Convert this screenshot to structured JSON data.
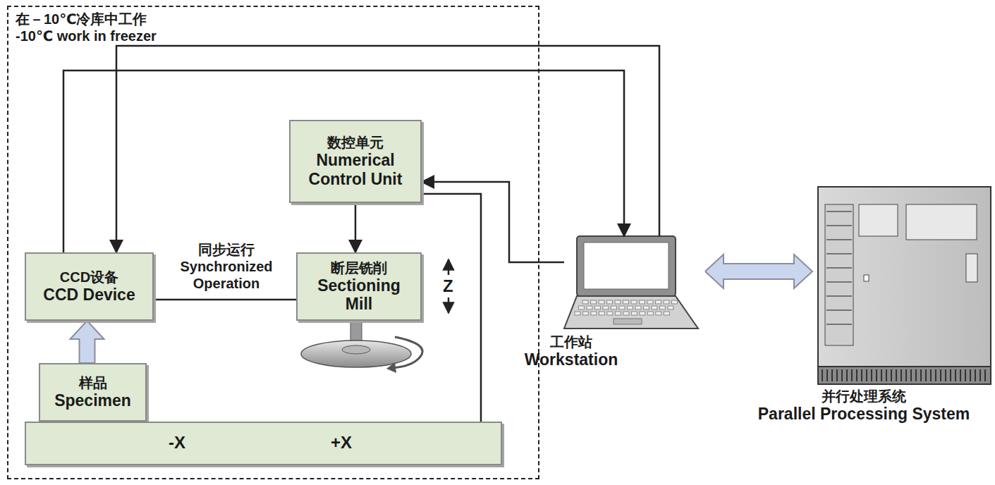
{
  "diagram": {
    "nodes": [
      {
        "text": [
          "在－10℃冷库中工作",
          "-10℃ work in freezer"
        ]
      },
      {
        "text": [
          "数控单元",
          "Numerical Control Unit"
        ],
        "in": 0
      },
      {
        "text": [
          "CCD设备",
          "CCD Device"
        ],
        "in": 0
      },
      {
        "text": [
          "断层铣削",
          "Sectioning Mill"
        ],
        "in": 0
      },
      {
        "text": [
          "样品",
          "Specimen"
        ],
        "in": 0
      },
      {
        "text": [
          "-X",
          "+X"
        ],
        "in": 0
      },
      {
        "text": [
          "工作站",
          "Workstation"
        ]
      },
      {
        "text": [
          "并行处理系统",
          "Parallel Processing System"
        ]
      }
    ],
    "edges": [
      {
        "from": 2,
        "to": 6,
        "arrow": "to"
      },
      {
        "from": 6,
        "to": 2,
        "arrow": "to"
      },
      {
        "from": 2,
        "to": 3,
        "label": "同步运行 Synchronized Operation",
        "arrow": "none"
      },
      {
        "from": 1,
        "to": 3,
        "arrow": "to"
      },
      {
        "from": 6,
        "to": 1,
        "arrow": "to"
      },
      {
        "from": 1,
        "to": 5,
        "arrow": "none"
      },
      {
        "from": 4,
        "to": 2,
        "arrow": "to"
      },
      {
        "from": 6,
        "to": 7,
        "arrow": "both"
      }
    ],
    "labels": [
      "Z"
    ]
  }
}
